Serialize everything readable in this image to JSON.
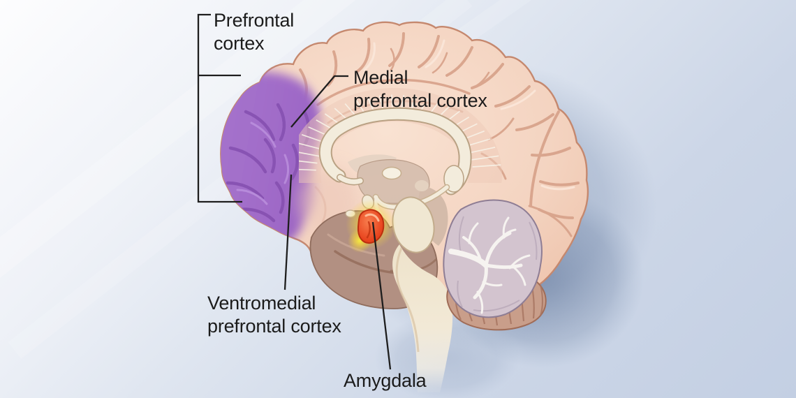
{
  "diagram": {
    "type": "brain-sagittal-anatomy",
    "labels": {
      "prefrontal": {
        "lines": [
          "Prefrontal",
          "cortex"
        ]
      },
      "medial_prefrontal": {
        "lines": [
          "Medial",
          "prefrontal cortex"
        ]
      },
      "ventromedial_prefrontal": {
        "lines": [
          "Ventromedial",
          "prefrontal cortex"
        ]
      },
      "amygdala": {
        "lines": [
          "Amygdala"
        ]
      }
    },
    "highlighted_regions": [
      {
        "name": "Prefrontal cortex",
        "color": "#a06bc8"
      },
      {
        "name": "Amygdala",
        "color": "#e8431d",
        "glow": "#f6ed3c"
      }
    ],
    "colors": {
      "background_top_right": "#c3cfe3",
      "background_bottom_left": "#fdfdfe",
      "cortex": "#f4d4c1",
      "cortex_outline": "#c5886e",
      "white_matter": "#f3ecdc",
      "cerebellum": "#d3c4cf",
      "pons_ridged": "#c99e8a",
      "temporal_deep": "#b29082",
      "leader_line": "#1e1e1e",
      "label_text": "#1b1b1b"
    }
  }
}
